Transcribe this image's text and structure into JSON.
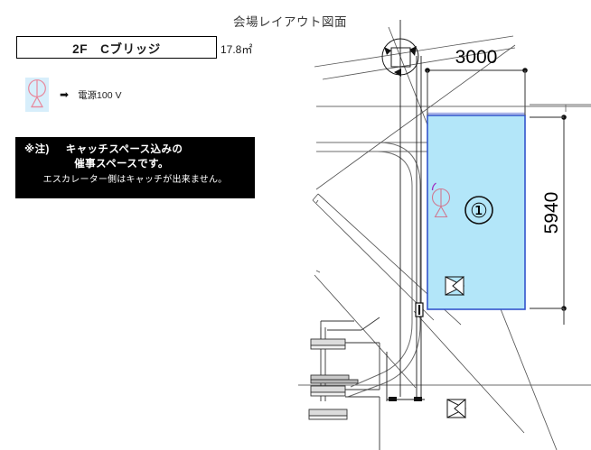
{
  "page": {
    "title": "会場レイアウト図面"
  },
  "info_panel": {
    "space_label": "2F　Cブリッジ",
    "space_area": "17.8㎡",
    "power_legend": {
      "symbol_name": "power-outlet-symbol",
      "arrow": "➡",
      "label": "電源100 V"
    },
    "notice": {
      "mark": "※注)",
      "line1": "キャッチスペース込みの",
      "line2": "催事スペースです。",
      "line3": "エスカレーター側はキャッチが出来ません。"
    }
  },
  "drawing": {
    "booth_number": "①",
    "dimension_width": "3000",
    "dimension_height": "5940",
    "booth_fill_color": "#b3e6f9",
    "booth_border_color": "#3355cc",
    "power_symbol_color": "#e8889c",
    "wall_line_color": "#666666"
  }
}
